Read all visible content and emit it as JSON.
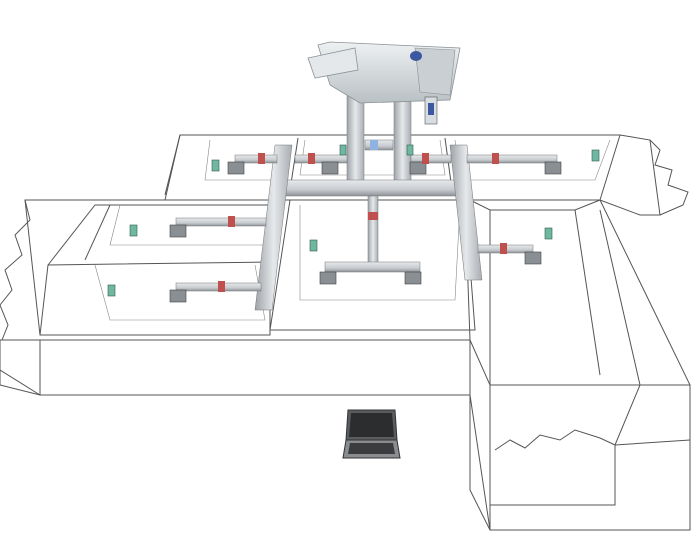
{
  "diagram": {
    "subject": "hvac-building-cutaway",
    "colors": {
      "outline": "#555555",
      "duct": "#c8ccd0",
      "duct_shade": "#9ea3a8",
      "damper": "#c0504d",
      "sensor": "#6fb7a0",
      "zone_damper_blue": "#8fb3e0",
      "unit": "#d7dde0"
    },
    "icons": [
      "rooftop-unit",
      "control-panel",
      "thermostat",
      "diffuser",
      "zone-damper",
      "laptop"
    ]
  }
}
